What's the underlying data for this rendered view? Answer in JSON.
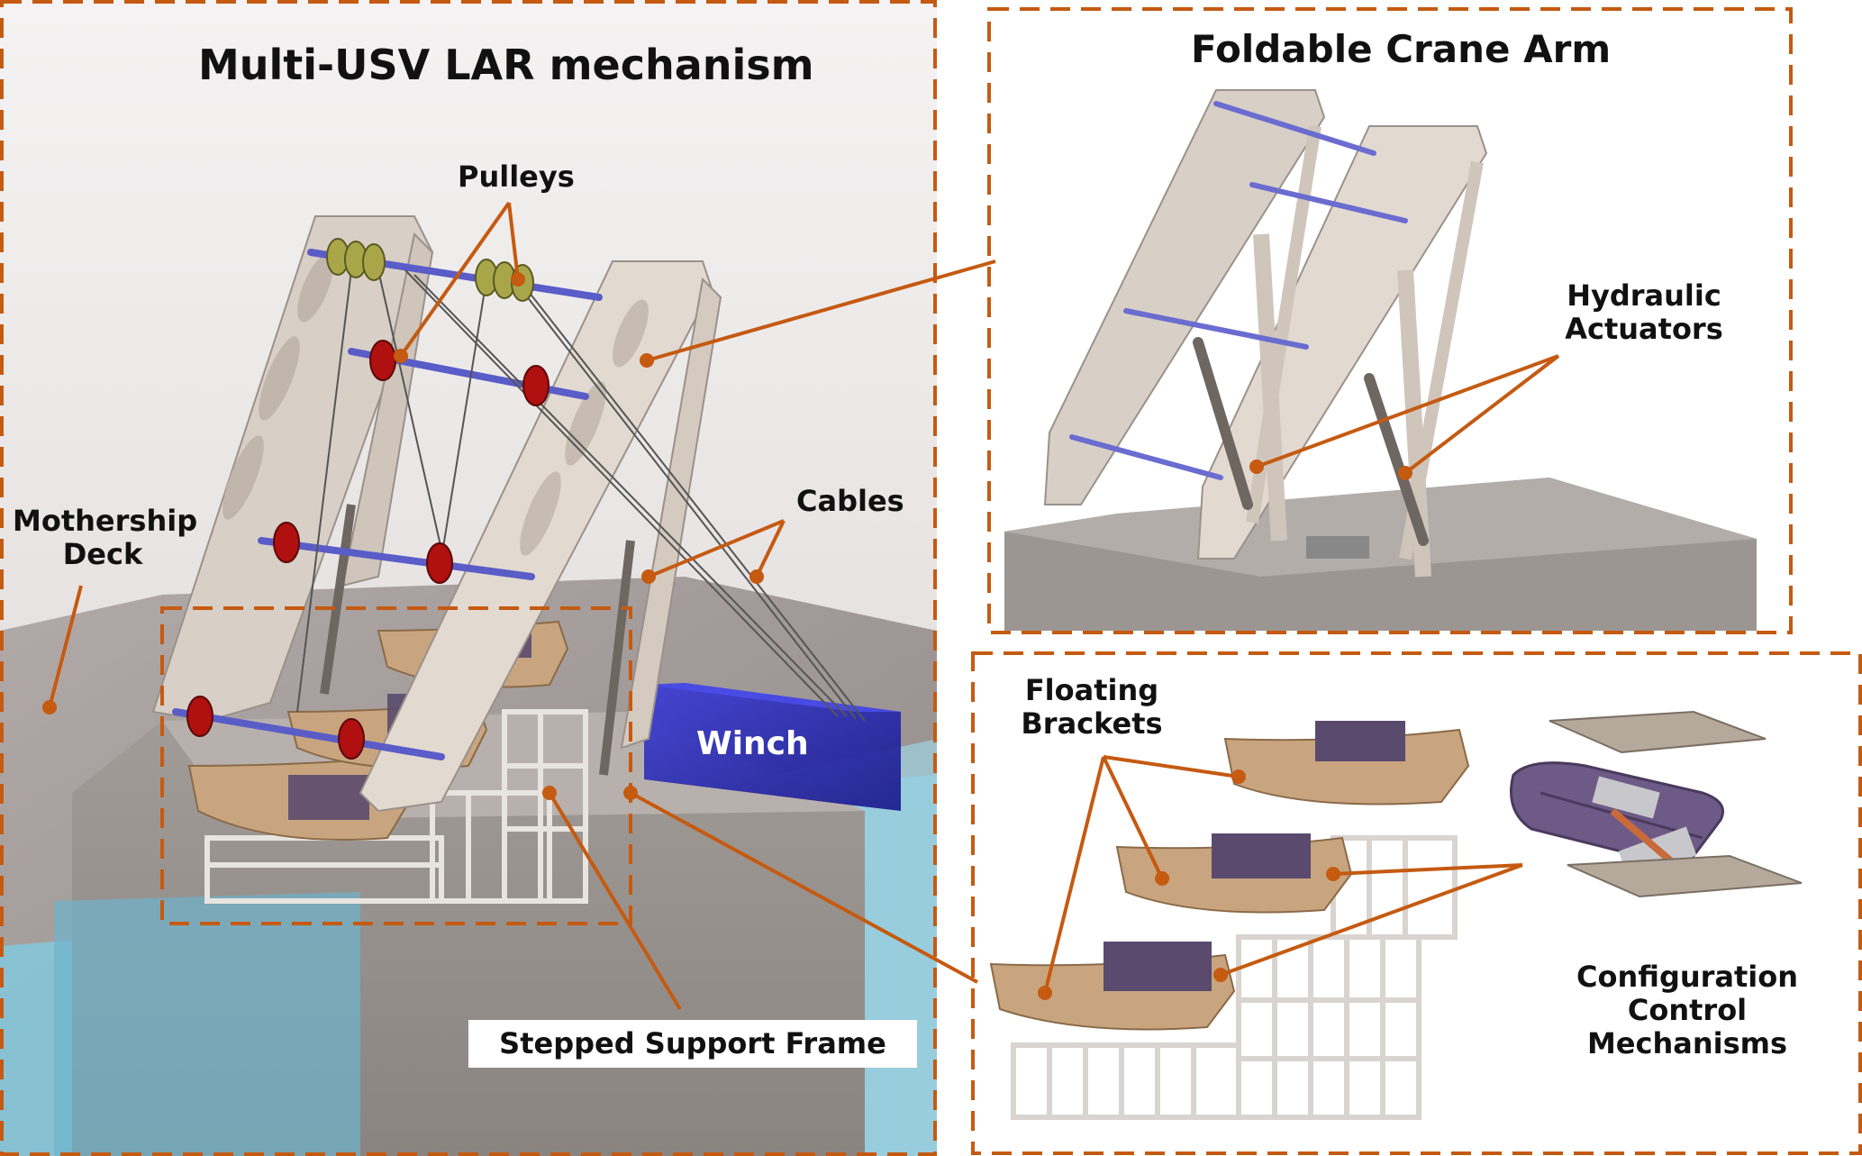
{
  "panels": {
    "main": {
      "title": "Multi-USV LAR mechanism"
    },
    "crane": {
      "title": "Foldable Crane Arm"
    }
  },
  "labels": {
    "pulleys": "Pulleys",
    "mothership_deck_line1": "Mothership",
    "mothership_deck_line2": "Deck",
    "cables": "Cables",
    "winch": "Winch",
    "stepped_support_frame": "Stepped Support Frame",
    "hydraulic_actuators_line1": "Hydraulic",
    "hydraulic_actuators_line2": "Actuators",
    "floating_brackets_line1": "Floating",
    "floating_brackets_line2": "Brackets",
    "config_line1": "Configuration",
    "config_line2": "Control",
    "config_line3": "Mechanisms"
  },
  "colors": {
    "accent": "#C55A11",
    "frame": "#D8CFC6",
    "rod": "#5A5CC8",
    "pulley": "#B01010",
    "winch": "#2A2AB8",
    "deck": "#8E8884",
    "water": "#7CC6DC",
    "bracket": "#C9A57F",
    "mechanism": "#6E5A86"
  }
}
